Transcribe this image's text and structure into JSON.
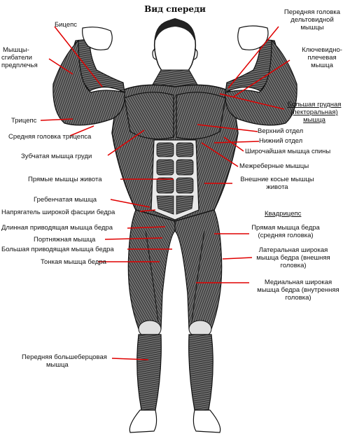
{
  "title": "Вид спереди",
  "accent": "#e00000",
  "labels": {
    "biceps": "Бицепс",
    "forearm_flexors_1": "Мышцы-",
    "forearm_flexors_2": "сгибатели",
    "forearm_flexors_3": "предплечья",
    "triceps": "Трицепс",
    "triceps_medial_head": "Средняя головка трицепса",
    "serratus": "Зубчатая мышца груди",
    "rectus_abdominis": "Прямые мышцы живота",
    "pectineus": "Гребенчатая мышца",
    "tensor_fasciae_latae": "Напрягатель широкой фасции бедра",
    "adductor_longus": "Длинная приводящая мышца бедра",
    "sartorius": "Портняжная мышца",
    "adductor_magnus": "Большая приводящая мышца бедра",
    "gracilis": "Тонкая мышца бедра",
    "tibialis_anterior_1": "Передняя большеберцовая",
    "tibialis_anterior_2": "мышца",
    "anterior_deltoid_1": "Передняя головка",
    "anterior_deltoid_2": "дельтовидной",
    "anterior_deltoid_3": "мышцы",
    "coracobrachialis_1": "Ключевидно-",
    "coracobrachialis_2": "плечевая",
    "coracobrachialis_3": "мышца",
    "pectoralis_1": "Большая грудная",
    "pectoralis_2": "(пекторальная)",
    "pectoralis_3": "мышца",
    "upper_part": "Верхний отдел",
    "lower_part": "Нижний отдел",
    "latissimus": "Широчайшая мышца спины",
    "intercostal": "Межреберные мышцы",
    "obliques_1": "Внешние косые мышцы",
    "obliques_2": "живота",
    "quadriceps": "Квадрицепс",
    "rectus_femoris_1": "Прямая мышца бедра",
    "rectus_femoris_2": "(средняя головка)",
    "vastus_lateralis_1": "Латеральная широкая",
    "vastus_lateralis_2": "мышца бедра (внешняя",
    "vastus_lateralis_3": "головка)",
    "vastus_medialis_1": "Медиальная широкая",
    "vastus_medialis_2": "мышца бедра (внутренняя",
    "vastus_medialis_3": "головка)"
  }
}
